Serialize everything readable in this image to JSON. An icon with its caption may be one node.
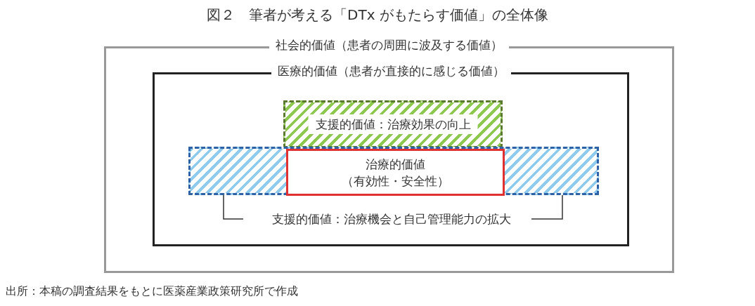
{
  "diagram": {
    "title": "図２　筆者が考える「DTx がもたらす価値」の全体像",
    "nodes": [
      {
        "text": [
          "社会的価値（患者の周囲に波及する価値）"
        ]
      },
      {
        "text": [
          "医療的価値（患者が直接的に感じる価値）"
        ],
        "in": 0
      },
      {
        "text": [
          "支援的価値：治療効果の向上"
        ],
        "in": 1
      },
      {
        "text": [],
        "shape": "box",
        "in": 1
      },
      {
        "text": [
          "治療的価値（有効性・安全性）"
        ],
        "in": 3
      },
      {
        "text": [
          "支援的価値：治療機会と自己管理能力の拡大"
        ],
        "in": 1
      }
    ],
    "edges": [
      {
        "from": 5,
        "to": 3,
        "arrow": "none"
      },
      {
        "from": 5,
        "to": 3,
        "arrow": "none"
      }
    ],
    "labels": [
      "出所：本稿の調査結果をもとに医薬産業政策研究所で作成"
    ]
  }
}
